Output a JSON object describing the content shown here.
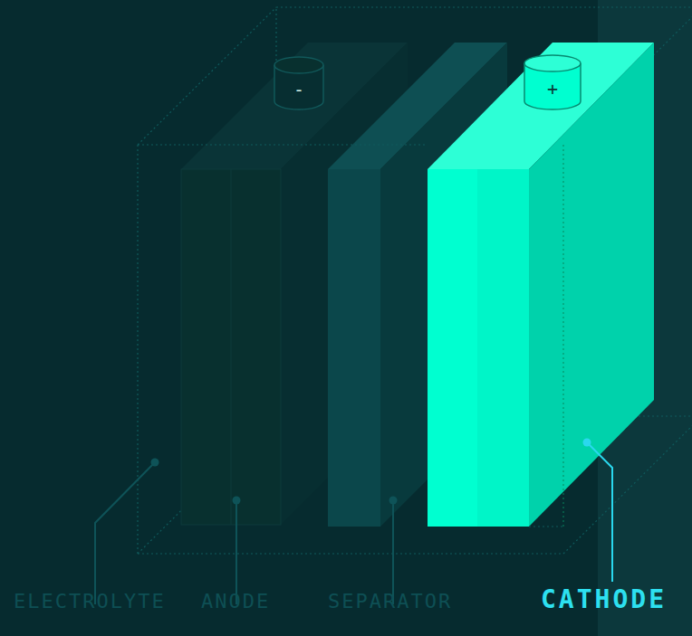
{
  "diagram": {
    "nodes": [
      {
        "text": [
          "-"
        ]
      },
      {
        "text": [
          "+"
        ]
      }
    ],
    "labels": [
      "ELECTROLYTE",
      "ANODE",
      "SEPARATOR",
      "CATHODE"
    ]
  }
}
